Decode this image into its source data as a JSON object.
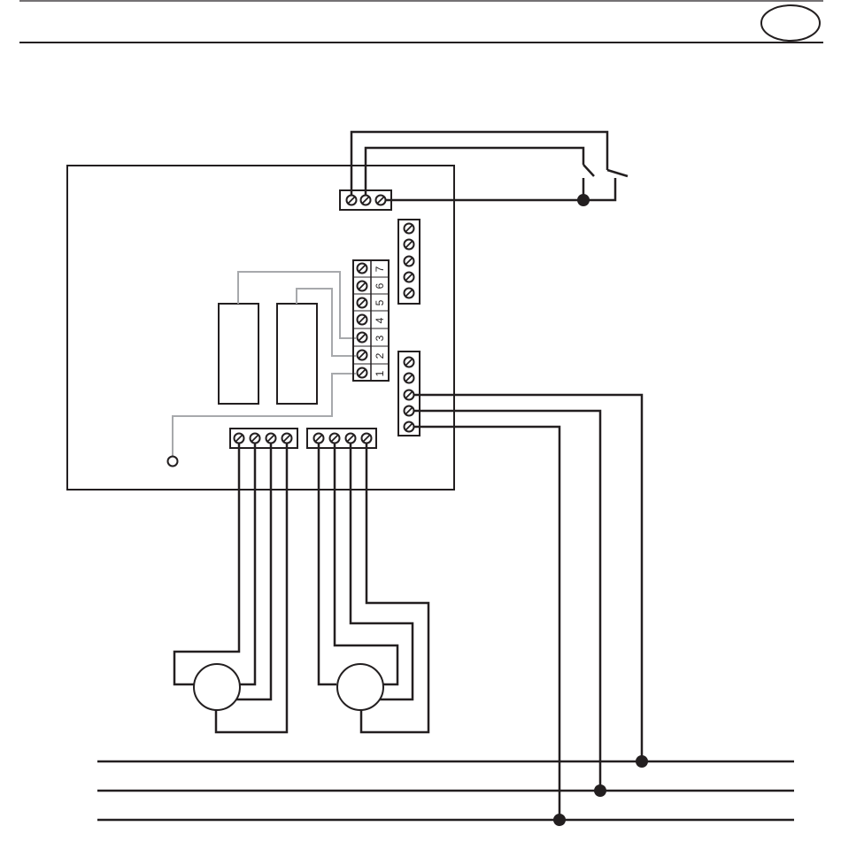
{
  "header": {
    "badge_text": ""
  },
  "diagram": {
    "terminal_numbers": [
      "1",
      "2",
      "3",
      "4",
      "5",
      "6",
      "7"
    ]
  },
  "colors": {
    "line": "#231f20",
    "grey_wire": "#a7a9ac",
    "background": "#ffffff"
  }
}
